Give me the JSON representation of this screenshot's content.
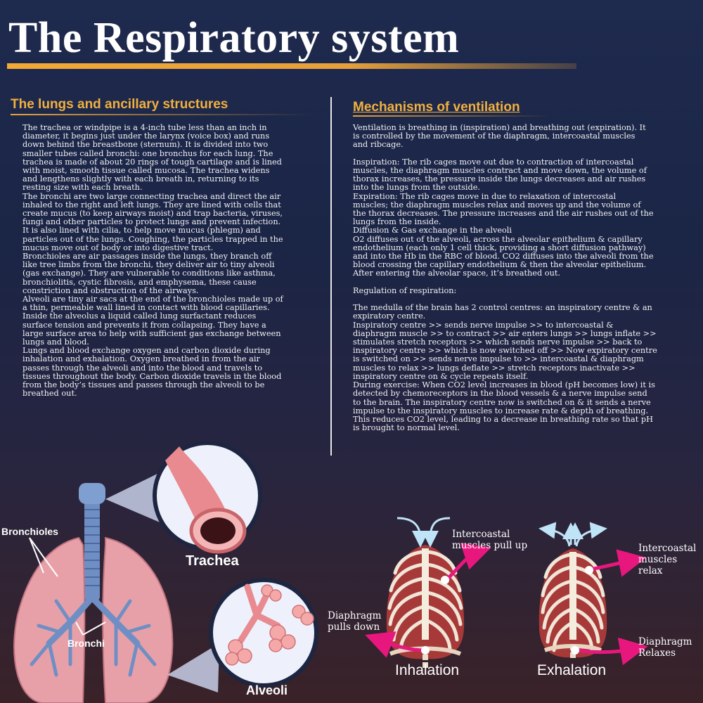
{
  "title": "The Respiratory system",
  "left": {
    "heading": "The lungs and ancillary structures",
    "body": "The trachea or windpipe is a 4-inch tube less than an inch in\ndiameter, it begins just under the larynx (voice box) and runs\ndown behind the breastbone (sternum). It is divided into two\nsmaller tubes called bronchi: one bronchus for each lung. The\ntrachea is made of about 20 rings of tough cartilage and is lined\nwith moist, smooth tissue called mucosa. The trachea widens\nand lengthens slightly with each breath in, returning to its\nresting size with each breath.\nThe bronchi are two large connecting trachea and direct the air\ninhaled to the right and left lungs. They are lined with cells that\ncreate mucus (to keep airways moist) and trap bacteria, viruses,\nfungi and other particles to protect lungs and prevent infection.\nIt is also lined with cilia, to help move mucus (phlegm) and\nparticles out of the lungs. Coughing, the particles trapped in the\nmucus move out of body or into digestive tract.\nBronchioles are air passages inside the lungs, they branch off\nlike tree limbs from the bronchi, they deliver air to tiny alveoli\n(gas exchange). They are vulnerable to conditions like asthma,\nbronchiolitis, cystic fibrosis, and emphysema, these cause\nconstriction and obstruction of the airways.\nAlveoli are tiny air sacs at the end of the bronchioles made up of\na thin, permeable wall lined in contact with blood capillaries.\nInside the alveolus a liquid called lung surfactant reduces\nsurface tension and prevents it from collapsing. They have a\nlarge surface area to help with sufficient gas exchange between\nlungs and blood.\nLungs and blood exchange oxygen and carbon dioxide during\ninhalation and exhalation. Oxygen breathed in from the air\npasses through the alveoli and into the blood and travels to\ntissues throughout the body. Carbon dioxide travels in the blood\nfrom the body’s tissues and passes through the alveoli to be\nbreathed out."
  },
  "right": {
    "heading": "Mechanisms of ventilation",
    "body": "Ventilation is breathing in (inspiration) and breathing out (expiration). It\nis controlled by the movement of the diaphragm, intercoastal muscles\nand ribcage.\n\nInspiration: The rib cages move out due to contraction of intercoastal\nmuscles, the diaphragm muscles contract and move down, the volume of\nthorax increases, the pressure inside the lungs decreases and air rushes\ninto the lungs from the outside.\nExpiration: The rib cages move in due to relaxation of intercostal\nmuscles; the diaphragm muscles relax and moves up and the volume of\nthe thorax decreases. The pressure increases and the air rushes out of the\nlungs from the inside.\nDiffusion & Gas exchange in the alveoli\nO2 diffuses out of the alveoli, across the alveolar epithelium & capillary\nendothelium (each only 1 cell thick, providing a short diffusion pathway)\nand into the Hb in the RBC of blood. CO2 diffuses into the alveoli from the\nblood crossing the capillary endothelium & then the alveolar epithelium.\nAfter entering the alveolar space, it’s breathed out.\n\nRegulation of respiration:\n\nThe medulla of the brain has 2 control centres: an inspiratory centre & an\nexpiratory centre.\nInspiratory centre >> sends nerve impulse >> to intercoastal &\ndiaphragm muscle >> to contract >> air enters lungs >> lungs inflate >>\nstimulates stretch receptors >> which sends nerve impulse >> back to\ninspiratory centre >> which is now switched off >> Now expiratory centre\nis switched on >> sends nerve impulse to >> intercoastal & diaphragm\nmuscles to relax >> lungs deflate >> stretch receptors inactivate >>\ninspiratory centre on & cycle repeats itself.\nDuring exercise: When CO2 level increases in blood (pH becomes low) it is\ndetected by chemoreceptors in the blood vessels & a nerve impulse send\nto the brain. The inspiratory centre now is switched on & it sends a nerve\nimpulse to the inspiratory muscles to increase rate & depth of breathing.\nThis reduces CO2 level, leading to a decrease in breathing rate so that pH\nis brought to normal level."
  },
  "figure_lungs": {
    "bronchioles": "Bronchioles",
    "bronchi": "Bronchi",
    "trachea": "Trachea",
    "alveoli": "Alveoli"
  },
  "figure_ventilation": {
    "inhale_muscles": "Intercoastal\nmuscles pull up",
    "inhale_diaphragm": "Diaphragm\npulls down",
    "inhale_caption": "Inhalation",
    "exhale_muscles": "Intercoastal\nmuscles\nrelax",
    "exhale_diaphragm": "Diaphragm\nRelaxes",
    "exhale_caption": "Exhalation"
  },
  "colors": {
    "accent": "#f2a935",
    "arrow": "#e8177e",
    "lung": "#e8a0a8",
    "airway": "#6f8fc4",
    "trachea": "#d9787e"
  }
}
